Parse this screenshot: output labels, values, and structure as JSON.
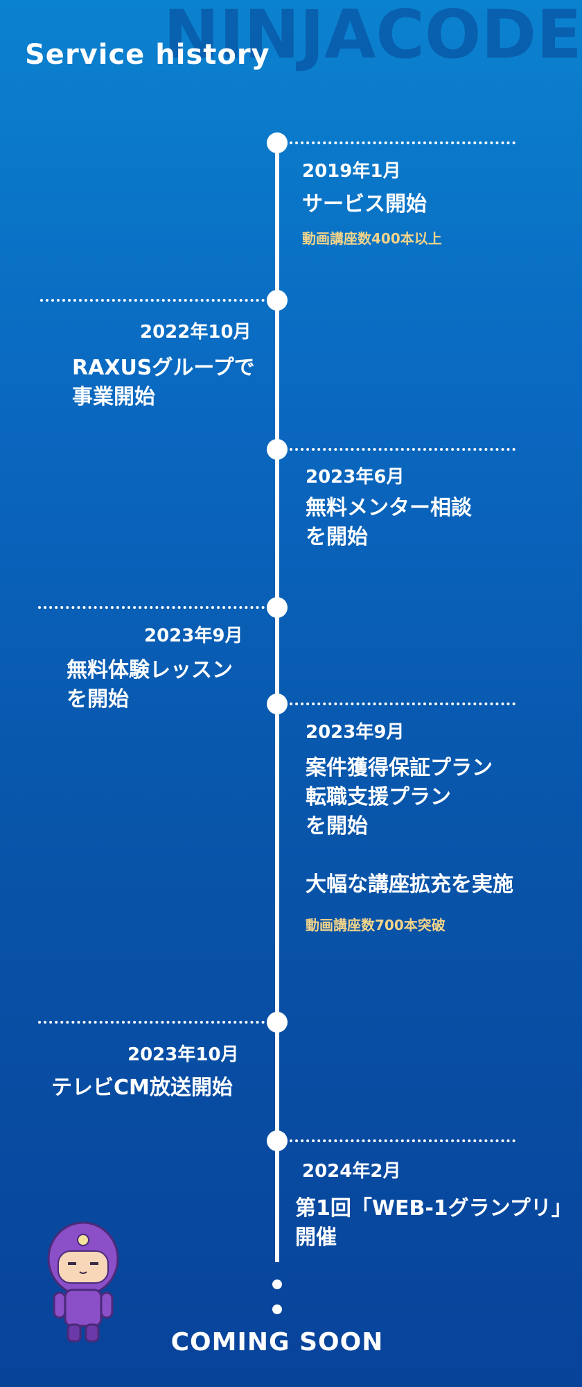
{
  "brand": {
    "logo_text": "NINJACODE"
  },
  "header": {
    "title": "Service history"
  },
  "timeline": {
    "events": [
      {
        "date": "2019年1月",
        "title": "サービス開始",
        "note": "動画講座数400本以上"
      },
      {
        "date": "2022年10月",
        "title_line1": "RAXUSグループで",
        "title_line2": "事業開始"
      },
      {
        "date": "2023年6月",
        "title_line1": "無料メンター相談",
        "title_line2": "を開始"
      },
      {
        "date": "2023年9月",
        "title_line1": "無料体験レッスン",
        "title_line2": "を開始"
      },
      {
        "date": "2023年9月",
        "title_line1": "案件獲得保証プラン",
        "title_line2": "転職支援プラン",
        "title_line3": "を開始",
        "title_line4": "大幅な講座拡充を実施",
        "note": "動画講座数700本突破"
      },
      {
        "date": "2023年10月",
        "title": "テレビCM放送開始"
      },
      {
        "date": "2024年2月",
        "title_line1": "第1回「WEB-1グランプリ」",
        "title_line2": "開催"
      }
    ]
  },
  "footer": {
    "coming_soon": "COMING SOON"
  },
  "colors": {
    "background_top": "#0b82cf",
    "background_bottom": "#08439a",
    "note_yellow": "#f2d48a",
    "mascot_purple": "#8b4fc8"
  },
  "icons": {
    "mascot": "ninja-mascot-illustration"
  }
}
